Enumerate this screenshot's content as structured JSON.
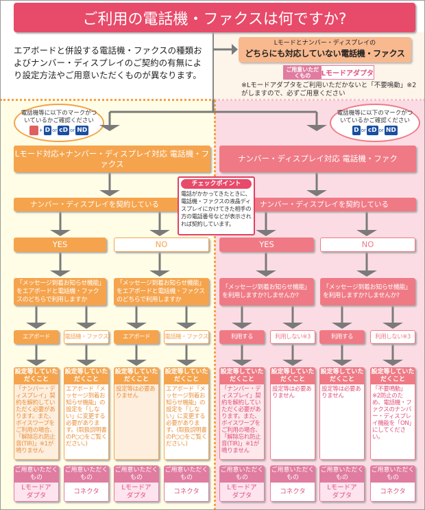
{
  "title": "ご利用の電話機・ファクスは何ですか?",
  "intro": "エアボードと併設する電話機・ファクスの種類およびナンバー・ディスプレイのご契約の有無により設定方法やご用意いただくものが異なります。",
  "unsupported": {
    "subtitle": "Lモードとナンバー・ディスプレイの",
    "title": "どちらにも対応していない電話機・ファクス",
    "badge_header": "ご用意いただくもの",
    "badge_value": "Lモードアダプタ",
    "note": "※Lモードアダプタをご利用いただかないと「不要鳴動」※2がしますので、必ずご用意ください"
  },
  "bubble_text": "電話機等に以下のマークがついているかご確認ください",
  "marks": {
    "l": "L",
    "plus": "+",
    "d": "D",
    "or": "or",
    "cd": "cD",
    "nd": "ND"
  },
  "left": {
    "type": "Lモード対応+ナンバー・ディスプレイ対応 電話機・ファクス",
    "contract": "ナンバー・ディスプレイを契約している",
    "yes": "YES",
    "no": "NO",
    "q_yes": "「メッセージ到着お知らせ機能」をエアボードと電話機・ファクスのどちらで利用しますか",
    "q_no": "「メッセージ到着お知らせ機能」をエアボードと電話機・ファクスのどちらで利用しますか"
  },
  "right": {
    "type": "ナンバー・ディスプレイ対応 電話機・ファク",
    "contract": "ナンバー・ディスプレイを契約している",
    "yes": "YES",
    "no": "NO",
    "q_yes": "「メッセージ到着お知らせ機能」を利用しますか?しませんか?",
    "q_no": "「メッセージ到着お知らせ機能」を利用しますか?しませんか?"
  },
  "checkpoint": {
    "title": "チェックポイント",
    "text": "電話がかかってきたときに、電話機・ファクスの液晶ディスプレイにかけてきた相手の方の電話番号などが表示されれば契約しています。"
  },
  "settings_header": "設定等していただくこと",
  "items_header": "ご用意いただくもの",
  "columns": [
    {
      "option": "エアボード",
      "setting": "「ナンバー・ディスプレイ」契約を解約していただく必要があります。また、ボイスワープをご利用の場合、「解除忘れ防止音(TIR)」※1が鳴りません",
      "item": "Lモードアダプタ"
    },
    {
      "option": "電話機・ファクス",
      "setting": "エアボード「メッセージ到着お知らせ機能」の設定を「しない」に変更する必要があります。(取扱説明書のP○○をご覧ください。)",
      "item": "コネクタ"
    },
    {
      "option": "エアボード",
      "setting": "設定等は必要ありません",
      "item": "Lモードアダプタ"
    },
    {
      "option": "電話機・ファクス",
      "setting": "エアボード「メッセージ到着お知らせ機能」の設定を「しない」に変更する必要があります。(取扱説明書のP○○をご覧ください。)",
      "item": "コネクタ"
    },
    {
      "option": "利用する",
      "setting": "「ナンバー・ディスプレイ」契約を解約していただく必要があります。また、ボイスワープをご利用の場合、「解除忘れ防止音(TIR)」※1が鳴りません",
      "item": "Lモードアダプタ"
    },
    {
      "option": "利用しない※3",
      "setting": "設定等は必要ありません",
      "item": "コネクタ"
    },
    {
      "option": "利用する",
      "setting": "設定等は必要ありません",
      "item": "Lモードアダプタ"
    },
    {
      "option": "利用しない※3",
      "setting": "「不要鳴動」※2防止のため、電話機・ファクスのナンバー・ディスプレイ機能を「ON」にしてください。",
      "item": "コネクタ"
    }
  ],
  "colors": {
    "title": "#e84a6a",
    "orange": "#f5a44d",
    "pink": "#ef7a85",
    "item": "#e07ca0"
  }
}
